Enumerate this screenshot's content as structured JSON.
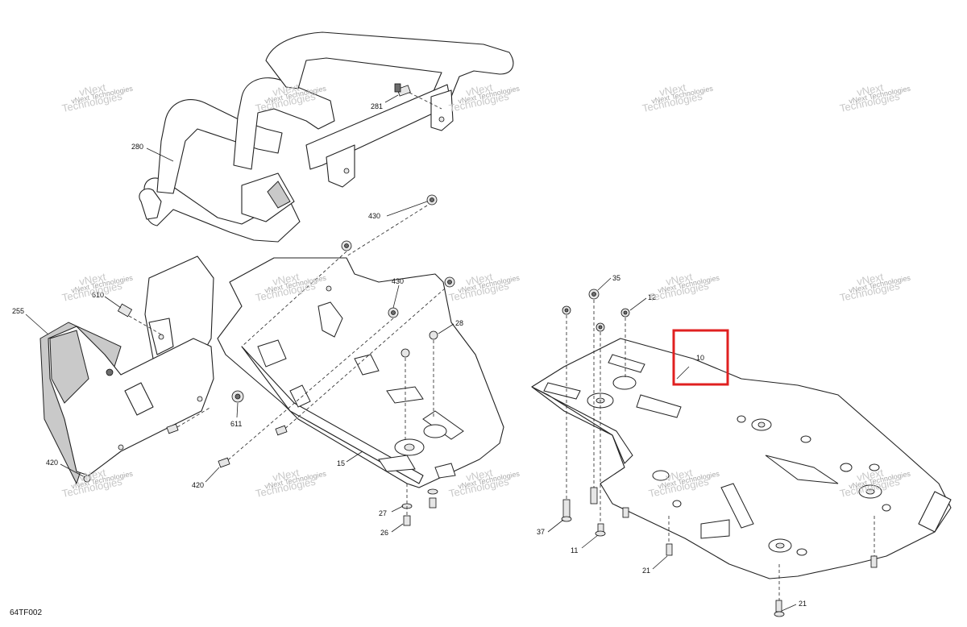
{
  "figure_code": "64TF002",
  "watermark": {
    "line1": "vNext",
    "line2": "Technologies",
    "line3": "vNext Technologies"
  },
  "callouts": {
    "c280": "280",
    "c281": "281",
    "c430a": "430",
    "c430b": "430",
    "c255": "255",
    "c610": "610",
    "c611": "611",
    "c28": "28",
    "c420a": "420",
    "c420b": "420",
    "c15": "15",
    "c27": "27",
    "c26": "26",
    "c35": "35",
    "c12": "12",
    "c10": "10",
    "c37": "37",
    "c11": "11",
    "c21a": "21",
    "c21b": "21"
  },
  "highlight": {
    "target_callout": "10",
    "color": "#e02020"
  }
}
